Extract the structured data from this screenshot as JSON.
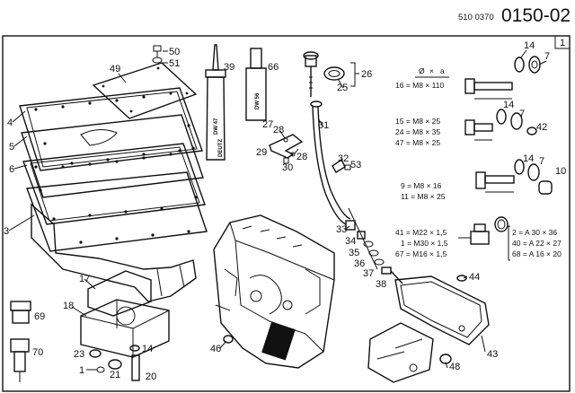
{
  "header": {
    "doc_prefix": "510 0370",
    "doc_number": "0150-02",
    "page_tag": "1"
  },
  "tubes": {
    "sealant_39": "DW 47",
    "sealant_39_sub": "DEUTZ",
    "sealant_66": "DW 56"
  },
  "spec_headers": {
    "diameter": "Ø",
    "times": "×",
    "length": "a"
  },
  "specs": {
    "bolt_16": "16 = M8 × 110",
    "bolt_15": "15 = M8 × 25",
    "bolt_24": "24 = M8 × 35",
    "bolt_47": "47 = M8 × 25",
    "bolt_9": "9 = M8 × 16",
    "bolt_11": "11 = M8 × 25",
    "plug_41": "41 = M22 × 1,5",
    "plug_1": "1 = M30 × 1,5",
    "plug_67": "67 = M16 × 1,5",
    "seal_2": "2 = A 30 × 36",
    "seal_40": "40 = A 22 × 27",
    "seal_68": "68 = A 16 × 20"
  },
  "callouts": {
    "c1": "1",
    "c2": "2",
    "c3": "3",
    "c4": "4",
    "c5": "5",
    "c6": "6",
    "c7a": "7",
    "c7b": "7",
    "c7c": "7",
    "c10": "10",
    "c14a": "14",
    "c14b": "14",
    "c14c": "14",
    "c14d": "14",
    "c17": "17",
    "c18": "18",
    "c20": "20",
    "c21": "21",
    "c23": "23",
    "c25": "25",
    "c26": "26",
    "c27": "27",
    "c28a": "28",
    "c28b": "28",
    "c29": "29",
    "c30": "30",
    "c31": "31",
    "c32": "32",
    "c33": "33",
    "c34": "34",
    "c35": "35",
    "c36": "36",
    "c37": "37",
    "c38": "38",
    "c39": "39",
    "c42": "42",
    "c43": "43",
    "c44": "44",
    "c46": "46",
    "c48": "48",
    "c49": "49",
    "c50": "50",
    "c51": "51",
    "c53": "53",
    "c66": "66",
    "c69": "69",
    "c70": "70"
  }
}
